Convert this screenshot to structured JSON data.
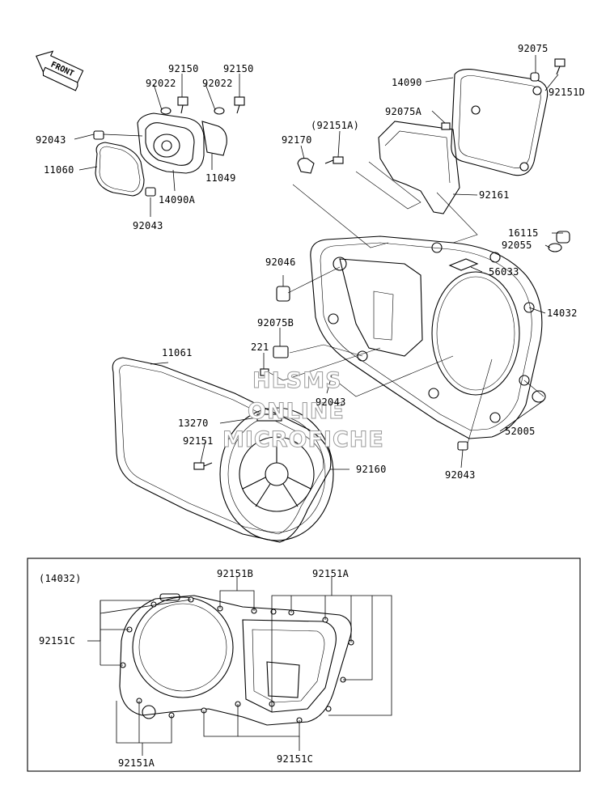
{
  "front_badge": "FRONT",
  "labels": {
    "l92150a": "92150",
    "l92150b": "92150",
    "l92022a": "92022",
    "l92022b": "92022",
    "l92043a": "92043",
    "l11060": "11060",
    "l14090a": "14090A",
    "l11049": "11049",
    "l92043b": "92043",
    "l92075": "92075",
    "l14090": "14090",
    "l92151d": "92151D",
    "l92075a": "92075A",
    "l92151a_paren": "(92151A)",
    "l92170": "92170",
    "l92161": "92161",
    "l16115": "16115",
    "l92055": "92055",
    "l92046": "92046",
    "l56033": "56033",
    "l14032": "14032",
    "l92075b": "92075B",
    "l221": "221",
    "l11061": "11061",
    "l92043c": "92043",
    "l13270": "13270",
    "l92151": "92151",
    "l52005": "52005",
    "l92160": "92160",
    "l92043d": "92043"
  },
  "inset": {
    "title": "(14032)",
    "l92151b": "92151B",
    "l92151a_top": "92151A",
    "l92151c_left": "92151C",
    "l92151a_bottom": "92151A",
    "l92151c_bottom": "92151C"
  },
  "watermark": {
    "line1": "HLSMS",
    "line2": "ONLINE",
    "line3": "MICROFICHE"
  }
}
